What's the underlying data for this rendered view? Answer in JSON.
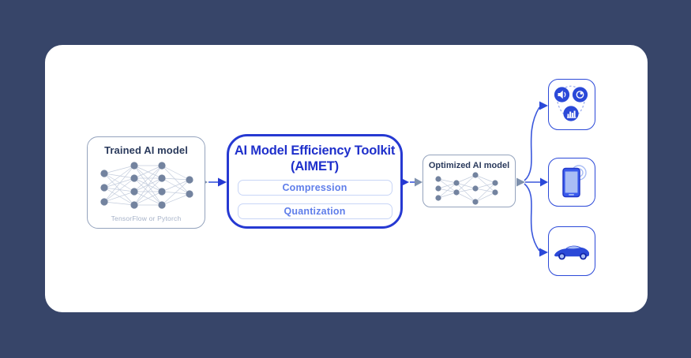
{
  "page": {
    "background_color": "#374569",
    "card_color": "#ffffff"
  },
  "colors": {
    "accent_blue": "#2639D2",
    "device_blue": "#2B49D8",
    "module_text_blue": "#5F7EEA",
    "connector_blue": "#3A57DC",
    "connector_gray": "#7E90AD",
    "box_border_gray": "#94A3BD",
    "navy_text": "#2A3A5C",
    "node_slate": "#73839F"
  },
  "diagram": {
    "trained_model": {
      "title": "Trained AI model",
      "caption": "TensorFlow or Pytorch"
    },
    "aimet": {
      "title_line1": "AI Model Efficiency Toolkit",
      "title_line2": "(AIMET)",
      "modules": [
        {
          "label": "Compression"
        },
        {
          "label": "Quantization"
        }
      ]
    },
    "optimized_model": {
      "title": "Optimized AI model"
    },
    "targets": [
      {
        "name": "connected-devices",
        "icons": [
          "speaker-icon",
          "camera-lens-icon",
          "smart-city-icon"
        ]
      },
      {
        "name": "smartphone",
        "icons": [
          "smartphone-icon"
        ]
      },
      {
        "name": "automotive",
        "icons": [
          "car-icon"
        ]
      }
    ]
  }
}
